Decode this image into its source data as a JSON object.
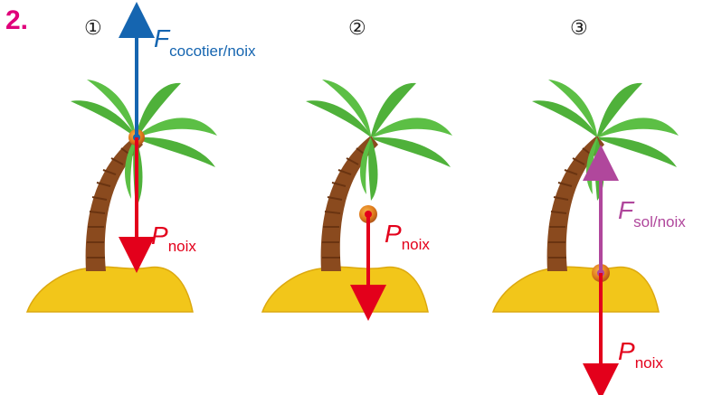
{
  "question_number": "2.",
  "panels": [
    {
      "marker": "①",
      "forces": [
        {
          "symbol": "F",
          "subscript": "cocotier/noix",
          "color": "#1565b0"
        },
        {
          "symbol": "P",
          "subscript": "noix",
          "color": "#e3001b"
        }
      ]
    },
    {
      "marker": "②",
      "forces": [
        {
          "symbol": "P",
          "subscript": "noix",
          "color": "#e3001b"
        }
      ]
    },
    {
      "marker": "③",
      "forces": [
        {
          "symbol": "F",
          "subscript": "sol/noix",
          "color": "#b0479c"
        },
        {
          "symbol": "P",
          "subscript": "noix",
          "color": "#e3001b"
        }
      ]
    }
  ],
  "colors": {
    "sand": "#f2c61a",
    "sand_dark": "#dca80f",
    "trunk": "#8a4a1e",
    "trunk_ring": "#6a3411",
    "leaf": "#4fb13a",
    "leaf_light": "#8fd46a",
    "nut": "#e07b1a"
  }
}
